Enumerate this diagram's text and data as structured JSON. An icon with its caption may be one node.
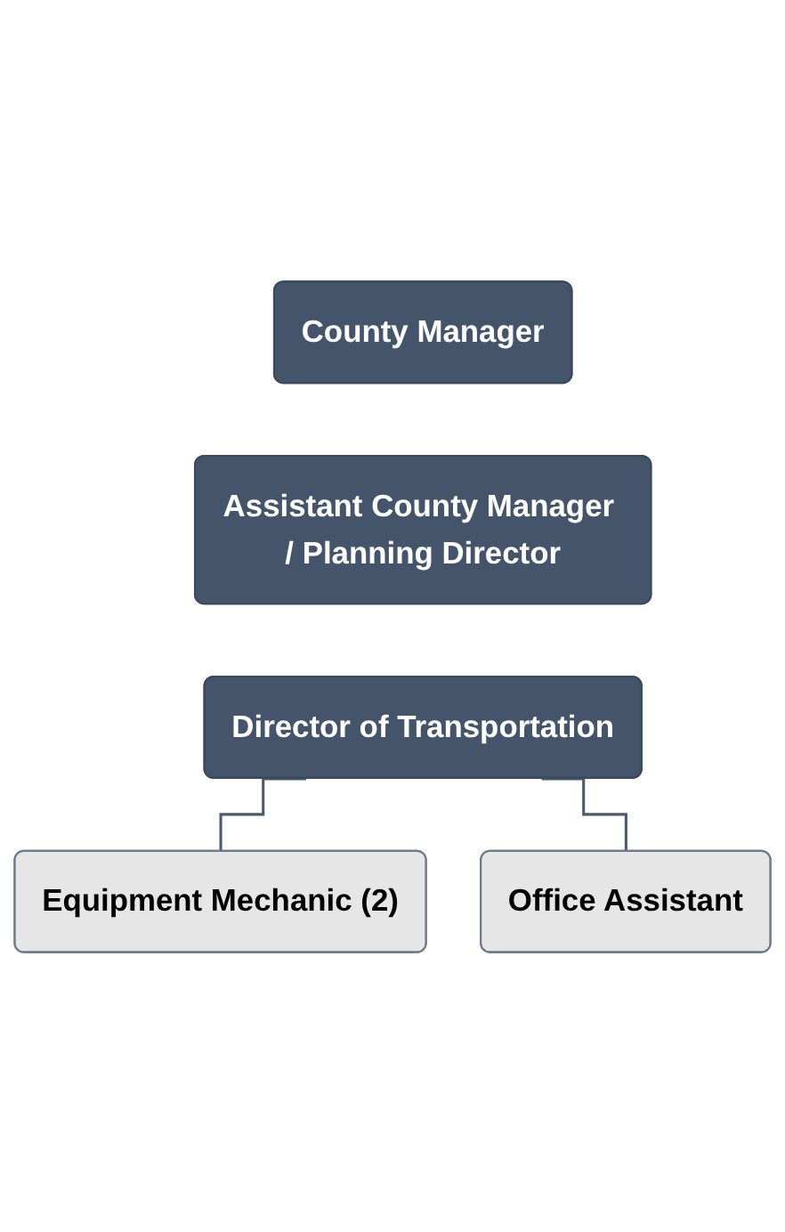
{
  "diagram": {
    "nodes": [
      {
        "text": [
          "County Manager"
        ]
      },
      {
        "text": [
          "Assistant County Manager / Planning Director"
        ]
      },
      {
        "text": [
          "Director of Transportation"
        ]
      },
      {
        "text": [
          "Equipment Mechanic (2)"
        ]
      },
      {
        "text": [
          "Office Assistant"
        ]
      }
    ],
    "edges": [
      {
        "from": 2,
        "to": 3,
        "arrow": "none"
      },
      {
        "from": 2,
        "to": 4,
        "arrow": "none"
      }
    ]
  }
}
